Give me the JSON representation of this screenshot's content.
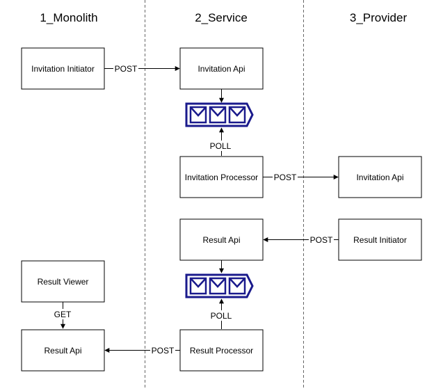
{
  "lanes": [
    {
      "id": "monolith",
      "title": "1_Monolith"
    },
    {
      "id": "service",
      "title": "2_Service"
    },
    {
      "id": "provider",
      "title": "3_Provider"
    }
  ],
  "nodes": {
    "invitation_initiator": "Invitation Initiator",
    "invitation_api_service": "Invitation Api",
    "invitation_processor": "Invitation Processor",
    "invitation_api_provider": "Invitation Api",
    "result_api_service": "Result Api",
    "result_initiator": "Result Initiator",
    "result_viewer": "Result Viewer",
    "result_api_monolith": "Result Api",
    "result_processor": "Result Processor"
  },
  "queues": [
    {
      "id": "invitation-queue",
      "icon": "message-queue-icon",
      "color": "#1a1a8c"
    },
    {
      "id": "result-queue",
      "icon": "message-queue-icon",
      "color": "#1a1a8c"
    }
  ],
  "edges": {
    "initiator_to_api": "POST",
    "queue1_poll": "POLL",
    "processor_to_provider": "POST",
    "provider_to_result_api": "POST",
    "queue2_poll": "POLL",
    "viewer_get": "GET",
    "processor_to_monolith": "POST"
  },
  "colors": {
    "box_stroke": "#000000",
    "lane_divider": "#666666",
    "queue": "#1a1a8c"
  }
}
